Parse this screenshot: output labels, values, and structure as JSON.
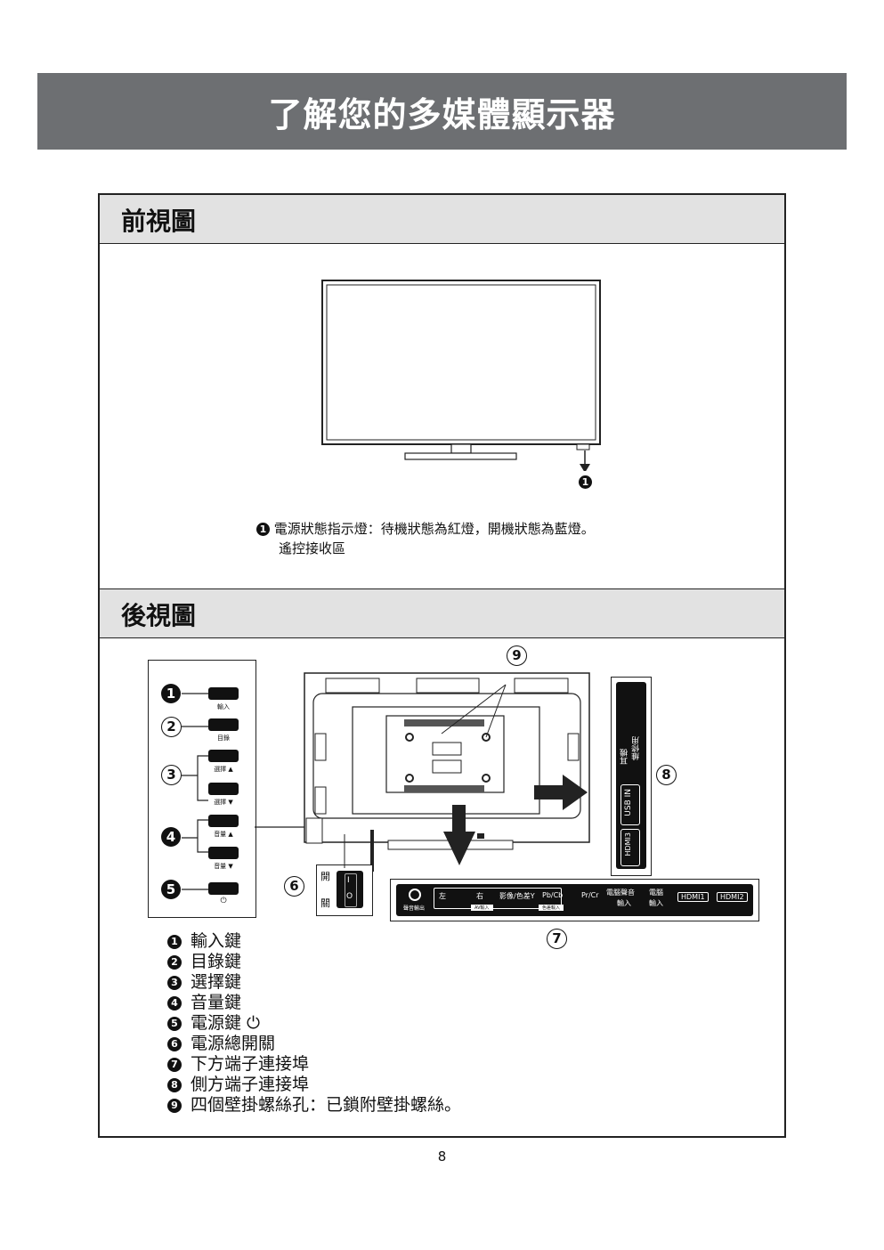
{
  "banner": {
    "title": "了解您的多媒體顯示器"
  },
  "front": {
    "heading": "前視圖",
    "marker": "❶",
    "note_line1": "電源狀態指示燈：待機狀態為紅燈，開機狀態為藍燈。",
    "note_line2": "遙控接收區"
  },
  "back": {
    "heading": "後視圖",
    "keys": [
      "輸入",
      "目錄",
      "選擇 ▲",
      "選擇 ▼",
      "音量 ▲",
      "音量 ▼"
    ],
    "power_symbol": "⏻",
    "switch_on": "開",
    "switch_off": "關",
    "switch_i": "I",
    "switch_o": "O",
    "ports_bottom": {
      "audio_out": "聲音輸出",
      "left": "左",
      "right": "右",
      "av_in": "AV輸入",
      "video": "影像/色差Y",
      "pb": "Pb/Cb",
      "pr": "Pr/Cr",
      "component_in": "色差輸入",
      "pc_audio": "電腦聲音",
      "pc_audio2": "輸入",
      "pc_in": "電腦",
      "pc_in2": "輸入",
      "hdmi1": "HDMI1",
      "hdmi2": "HDMI2"
    },
    "ports_side": {
      "earphone": "耳機",
      "service": "維修用",
      "usb": "USB IN",
      "hdmi3": "HDMI3"
    },
    "markers": {
      "m1": "1",
      "m2": "2",
      "m3": "3",
      "m4": "4",
      "m5": "5",
      "m6": "6",
      "m7": "7",
      "m8": "8",
      "m9": "9"
    },
    "legend": [
      {
        "num": "1",
        "text": "輸入鍵"
      },
      {
        "num": "2",
        "text": "目錄鍵"
      },
      {
        "num": "3",
        "text": "選擇鍵"
      },
      {
        "num": "4",
        "text": "音量鍵"
      },
      {
        "num": "5",
        "text": "電源鍵 ⏻"
      },
      {
        "num": "6",
        "text": "電源總開關"
      },
      {
        "num": "7",
        "text": "下方端子連接埠"
      },
      {
        "num": "8",
        "text": "側方端子連接埠"
      },
      {
        "num": "9",
        "text": "四個壁掛螺絲孔：已鎖附壁掛螺絲。"
      }
    ]
  },
  "page_number": "8"
}
